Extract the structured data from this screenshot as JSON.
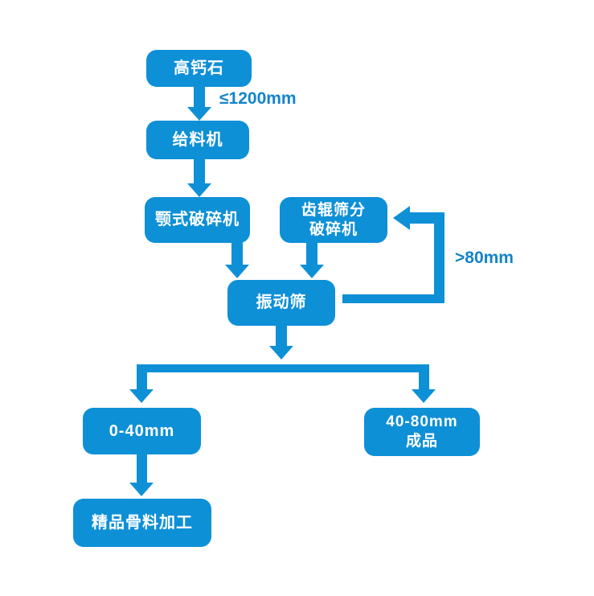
{
  "diagram": {
    "type": "flowchart",
    "subject": "stone crushing process flow",
    "colors": {
      "node_fill": "#0e90d7",
      "node_text": "#ffffff",
      "edge": "#0e90d7",
      "edge_label": "#1384c9",
      "background": "#ffffff"
    },
    "nodes": {
      "raw_material": {
        "label": "高钙石"
      },
      "feeder": {
        "label": "给料机"
      },
      "jaw_crusher": {
        "label": "颚式破碎机"
      },
      "roller_crusher": {
        "label_line1": "齿辊筛分",
        "label_line2": "破碎机"
      },
      "vibrating_screen": {
        "label": "振动筛"
      },
      "size_0_40": {
        "label": "0-40mm"
      },
      "size_40_80": {
        "label_line1": "40-80mm",
        "label_line2": "成品"
      },
      "aggregate_processing": {
        "label": "精品骨料加工"
      }
    },
    "edge_labels": {
      "feed_size": "≤1200mm",
      "oversize_return": ">80mm"
    },
    "edges": [
      {
        "from": "raw_material",
        "to": "feeder",
        "label": "≤1200mm"
      },
      {
        "from": "feeder",
        "to": "jaw_crusher",
        "label": ""
      },
      {
        "from": "jaw_crusher",
        "to": "vibrating_screen",
        "label": ""
      },
      {
        "from": "roller_crusher",
        "to": "vibrating_screen",
        "label": ""
      },
      {
        "from": "vibrating_screen",
        "to": "roller_crusher",
        "label": ">80mm"
      },
      {
        "from": "vibrating_screen",
        "to": "size_0_40",
        "label": ""
      },
      {
        "from": "vibrating_screen",
        "to": "size_40_80",
        "label": ""
      },
      {
        "from": "size_0_40",
        "to": "aggregate_processing",
        "label": ""
      }
    ]
  }
}
